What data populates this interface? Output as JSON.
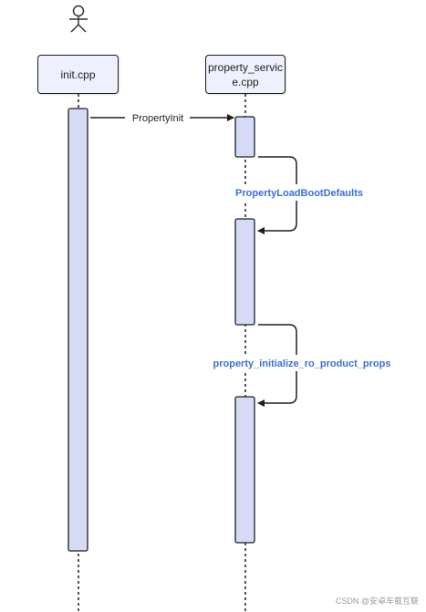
{
  "actor": {
    "icon": "stick-figure-icon"
  },
  "lifelines": [
    {
      "id": "init",
      "label": "init.cpp"
    },
    {
      "id": "ps",
      "label": "property_servic\ne.cpp"
    }
  ],
  "messages": [
    {
      "from": "init.cpp",
      "to": "property_service.cpp",
      "label": "PropertyInit",
      "style": "plain"
    },
    {
      "from": "property_service.cpp",
      "to": "property_service.cpp",
      "label": "PropertyLoadBootDefaults",
      "style": "self-call"
    },
    {
      "from": "property_service.cpp",
      "to": "property_service.cpp",
      "label": "property_initialize_ro_product_props",
      "style": "self-call"
    }
  ],
  "colors": {
    "activation_fill": "#d5dbf6",
    "box_fill": "#eef1fd",
    "line": "#1e1e1e",
    "self_label": "#3b6fd8"
  },
  "watermark": "CSDN @安卓车载互联"
}
